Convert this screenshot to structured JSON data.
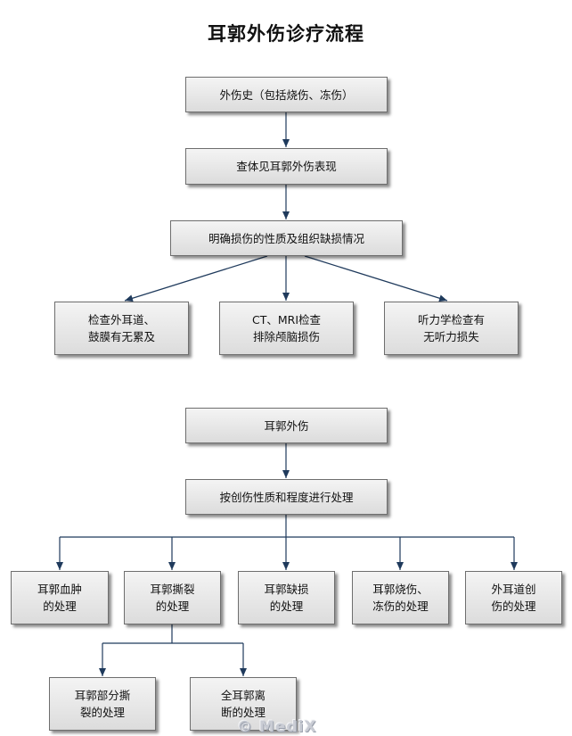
{
  "title": "耳郭外伤诊疗流程",
  "flow1": {
    "history": "外伤史（包括烧伤、冻伤）",
    "exam": "查体见耳郭外伤表现",
    "define": "明确损伤的性质及组织缺损情况",
    "branch_canal": "检查外耳道、\n鼓膜有无累及",
    "branch_ct": "CT、MRI检查\n排除颅脑损伤",
    "branch_hearing": "听力学检查有\n无听力损失"
  },
  "flow2": {
    "root": "耳郭外伤",
    "treat": "按创伤性质和程度进行处理",
    "hematoma": "耳郭血肿\n的处理",
    "laceration": "耳郭撕裂\n的处理",
    "defect": "耳郭缺损\n的处理",
    "burn": "耳郭烧伤、\n冻伤的处理",
    "canal": "外耳道创\n伤的处理",
    "partial": "耳郭部分撕\n裂的处理",
    "avulsion": "全耳郭离\n断的处理"
  },
  "watermark": "© MediX",
  "colors": {
    "edge": "#1f3a5c",
    "box_border": "#6e6e6e"
  }
}
